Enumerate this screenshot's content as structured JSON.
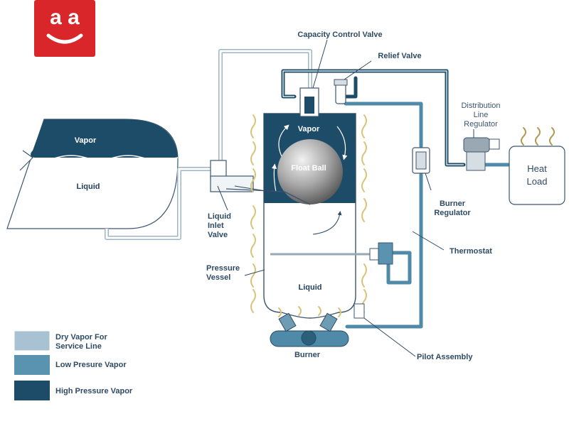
{
  "logo": {
    "text": "a a",
    "color": "#d8262a"
  },
  "colors": {
    "dry_vapor": "#a9c2d1",
    "low_pressure_vapor": "#5a93b0",
    "high_pressure_vapor": "#1d4c68"
  },
  "tank": {
    "vapor_label": "Vapor",
    "liquid_label": "Liquid"
  },
  "vessel": {
    "vapor_label": "Vapor",
    "liquid_label": "Liquid",
    "float_label": "Float Ball"
  },
  "labels": {
    "capacity_control_valve": "Capacity Control Valve",
    "relief_valve": "Relief Valve",
    "distribution_regulator": [
      "Distribution",
      "Line",
      "Regulator"
    ],
    "heat_load": [
      "Heat",
      "Load"
    ],
    "burner_regulator": [
      "Burner",
      "Regulator"
    ],
    "thermostat": "Thermostat",
    "liquid_inlet_valve": [
      "Liquid",
      "Inlet",
      "Valve"
    ],
    "pressure_vessel": [
      "Pressure",
      "Vessel"
    ],
    "burner": "Burner",
    "pilot_assembly": "Pilot Assembly"
  },
  "legend": [
    {
      "label": [
        "Dry Vapor For",
        "Service Line"
      ],
      "color": "#a9c2d1"
    },
    {
      "label": [
        "Low Presure Vapor"
      ],
      "color": "#5a93b0"
    },
    {
      "label": [
        "High Pressure Vapor"
      ],
      "color": "#1d4c68"
    }
  ]
}
